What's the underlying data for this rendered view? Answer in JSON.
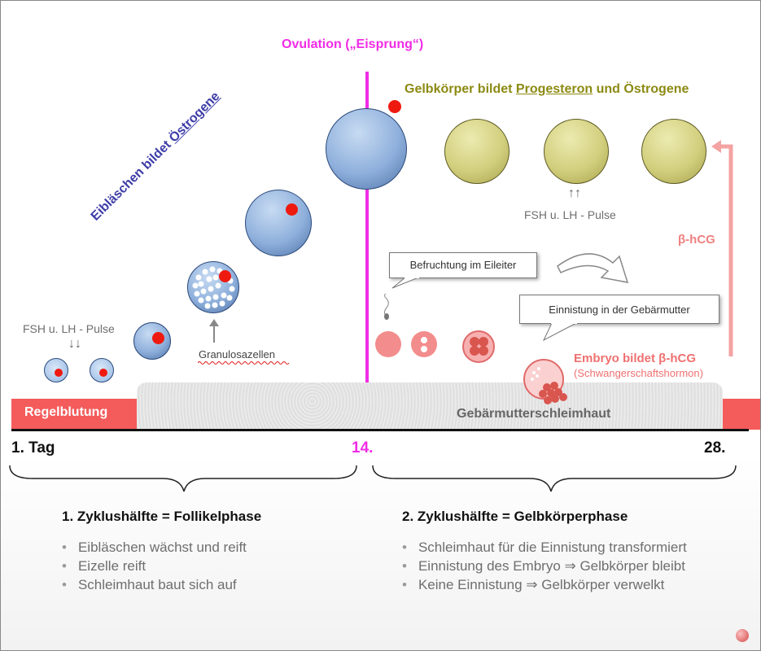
{
  "ovulation_label": "Ovulation („Eisprung“)",
  "gelbkoerper": {
    "prefix": "Gelbkörper bildet ",
    "progesteron": "Progesteron",
    "suffix": " und Östrogene"
  },
  "eiblaeschen": {
    "prefix": "Eibläschen bildet ",
    "oestrogene": "Östrogene"
  },
  "fsh_left": "FSH u. LH - Pulse",
  "fsh_right": "FSH u. LH - Pulse",
  "arrows_down": "↓↓",
  "arrows_up": "↑↑",
  "granulosa": "Granulosazellen",
  "befruchtung": "Befruchtung im Eileiter",
  "einnistung": "Einnistung in der Gebärmutter",
  "beta_hcg": "β-hCG",
  "embryo_title": "Embryo bildet  β-hCG",
  "embryo_sub": "(Schwangerschaftshormon)",
  "regelblutung": "Regelblutung",
  "gebaermutter": "Gebärmutterschleimhaut",
  "axis": {
    "day1": "1. Tag",
    "day14": "14.",
    "day28": "28."
  },
  "phase1": {
    "title": "1. Zyklushälfte = Follikelphase",
    "bullets": [
      "Eibläschen wächst und reift",
      "Eizelle reift",
      "Schleimhaut baut sich auf"
    ]
  },
  "phase2": {
    "title": "2. Zyklushälfte = Gelbkörperphase",
    "bullets": [
      "Schleimhaut für die Einnistung transformiert",
      "Einnistung des Embryo ⇒ Gelbkörper bleibt",
      "Keine Einnistung ⇒ Gelbkörper verwelkt"
    ]
  },
  "colors": {
    "magenta": "#f02ce6",
    "olive": "#8c8a12",
    "blue_text": "#3d3da8",
    "salmon": "#f08080",
    "red_block": "#f45b5b",
    "embryo_red": "#e05050"
  }
}
